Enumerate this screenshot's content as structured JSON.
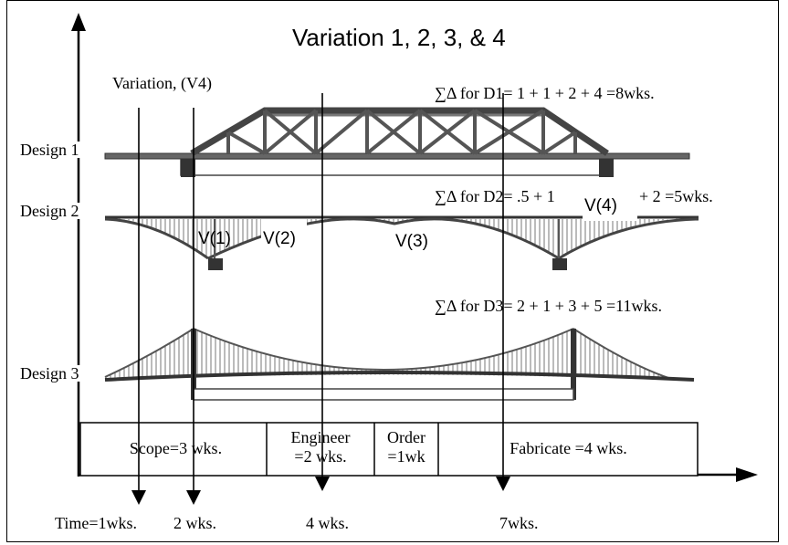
{
  "title": "Variation 1, 2, 3, & 4",
  "variation_label": "Variation, (V4)",
  "designs": [
    {
      "label": "Design 1",
      "sum": "∑Δ for D1= 1 + 1 + 2 + 4 =8wks."
    },
    {
      "label": "Design 2",
      "sum": "∑Δ for D2= .5 + 1",
      "sum_tail": "+ 2 =5wks."
    },
    {
      "label": "Design 3",
      "sum": "∑Δ for D3= 2 + 1 + 3 + 5 =11wks."
    }
  ],
  "variation_markers": [
    "V(1)",
    "V(2)",
    "V(3)",
    "V(4)"
  ],
  "phases": [
    {
      "label": "Scope=3 wks."
    },
    {
      "label": "Engineer\n=2 wks."
    },
    {
      "label": "Order\n=1wk"
    },
    {
      "label": "Fabricate =4 wks."
    }
  ],
  "time_labels": [
    "Time=1wks.",
    "2 wks.",
    "4 wks.",
    "7wks."
  ]
}
